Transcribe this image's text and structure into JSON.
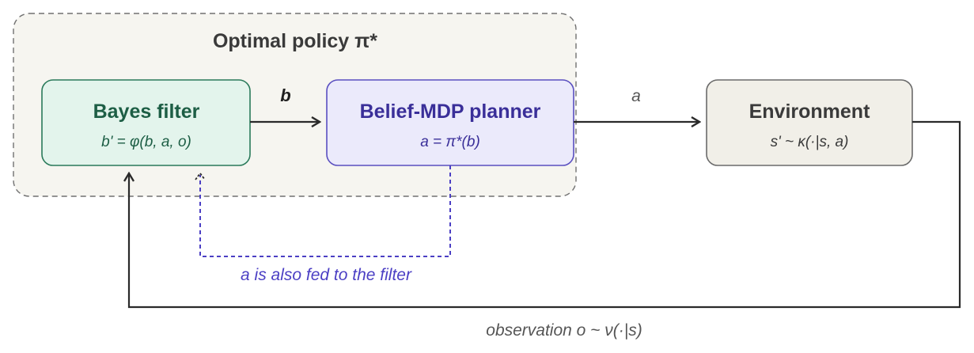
{
  "policy_group": {
    "title": "Optimal policy π*"
  },
  "bayes_filter": {
    "title": "Bayes filter",
    "formula": "b' = φ(b, a, o)"
  },
  "planner": {
    "title": "Belief-MDP planner",
    "formula": "a = π*(b)"
  },
  "environment": {
    "title": "Environment",
    "formula": "s' ~ κ(·|s, a)"
  },
  "edges": {
    "belief_label": "b",
    "action_label": "a",
    "feedback_label": "a is also fed to the filter",
    "observation_label": "observation o ~ ν(·|s)"
  },
  "colors": {
    "group_fill": "#f6f5f0",
    "group_stroke": "#707070",
    "filter_fill": "#e3f4ec",
    "filter_stroke": "#2a7a5a",
    "filter_text": "#1d5e45",
    "planner_fill": "#ebeafb",
    "planner_stroke": "#5a4fc0",
    "planner_text": "#3a2f99",
    "env_fill": "#f1efe8",
    "env_stroke": "#6a6a6a",
    "env_text": "#3a3a3a",
    "arrow": "#2a2a2a",
    "feedback": "#4b3fc4"
  }
}
